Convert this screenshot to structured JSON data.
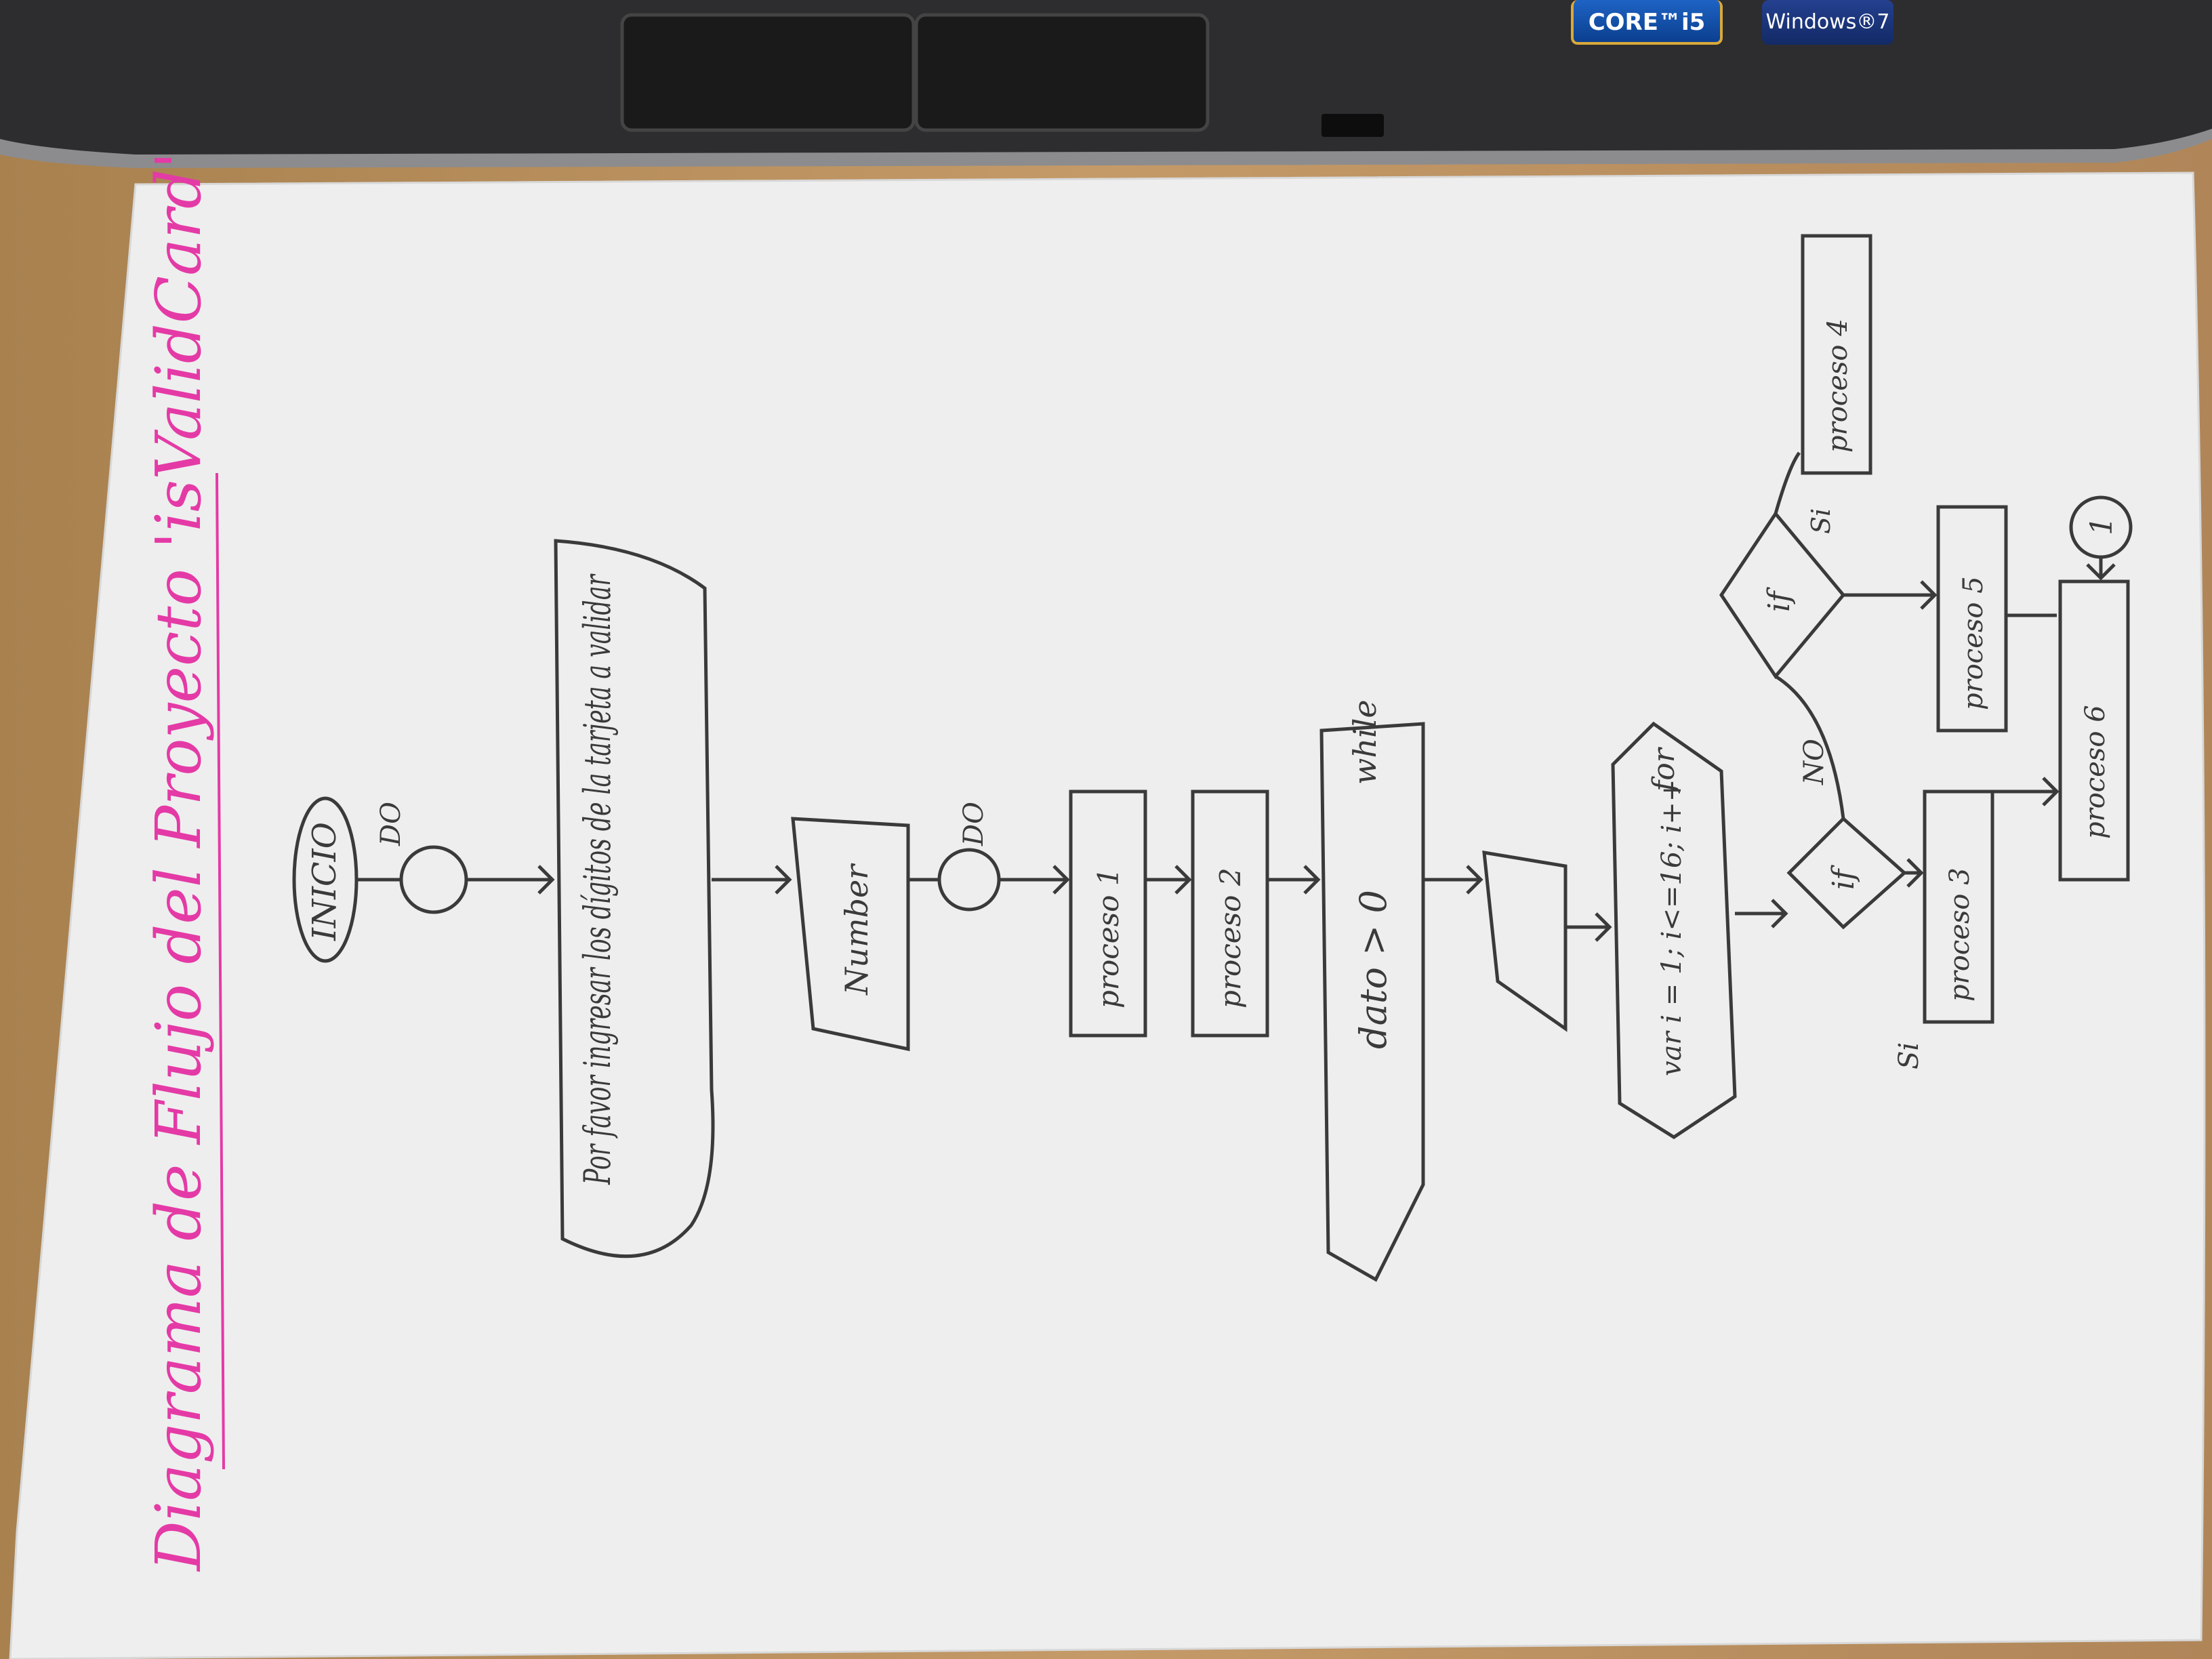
{
  "laptop": {
    "badge_cpu": "CORE™i5",
    "badge_os": "Windows®7"
  },
  "diagram": {
    "title": "Diagrama de Flujo del Proyecto 'isValidCard'",
    "nodes": {
      "start": "INICIO",
      "do_1": "DO",
      "prompt": "Por favor ingresar los dígitos de la tarjeta a validar",
      "input": "Number",
      "do_2": "DO",
      "process_1": "proceso 1",
      "process_2": "proceso 2",
      "while_cond": "dato > 0",
      "while_label": "while",
      "for_loop": "var i = 1; i<=16; i++",
      "for_label": "for",
      "if_1": "if",
      "if_1_yes": "Si",
      "if_1_no": "NO",
      "if_2": "if",
      "if_2_yes": "Si",
      "process_3": "proceso 3",
      "process_4": "proceso 4",
      "process_5": "proceso 5",
      "process_6": "proceso 6",
      "connector": "1"
    }
  },
  "colors": {
    "ink": "#3a3a3a",
    "highlighter": "#e43aa6",
    "paper": "#eeeeee"
  }
}
